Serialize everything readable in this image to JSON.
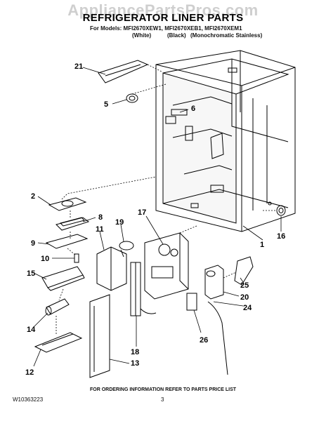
{
  "watermark": "AppliancePartsPros.com",
  "title": "REFRIGERATOR LINER PARTS",
  "models_line": "For Models: MFI2670XEW1, MFI2670XEB1, MFI2670XEM1",
  "variants": [
    "(White)",
    "(Black)",
    "(Monochromatic Stainless)"
  ],
  "callouts": {
    "c1": "1",
    "c2": "2",
    "c5": "5",
    "c6": "6",
    "c8": "8",
    "c9": "9",
    "c10": "10",
    "c11": "11",
    "c12": "12",
    "c13": "13",
    "c14": "14",
    "c15": "15",
    "c16": "16",
    "c17": "17",
    "c18": "18",
    "c19": "19",
    "c20": "20",
    "c21": "21",
    "c24": "24",
    "c25": "25",
    "c26": "26"
  },
  "footer_note": "FOR ORDERING INFORMATION REFER TO PARTS PRICE LIST",
  "doc_number": "W10363223",
  "page_number": "3"
}
